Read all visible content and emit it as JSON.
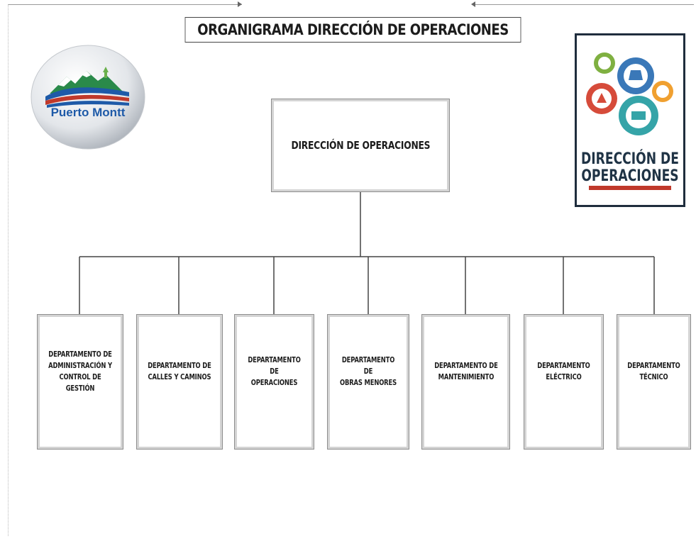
{
  "title": "ORGANIGRAMA DIRECCIÓN DE OPERACIONES",
  "root": {
    "label": "DIRECCIÓN DE OPERACIONES"
  },
  "departments": [
    {
      "label": "DEPARTAMENTO DE\nADMINISTRACIÓN Y\nCONTROL DE GESTIÓN"
    },
    {
      "label": "DEPARTAMENTO DE\nCALLES Y CAMINOS"
    },
    {
      "label": "DEPARTAMENTO DE\nOPERACIONES"
    },
    {
      "label": "DEPARTAMENTO DE\nOBRAS MENORES"
    },
    {
      "label": "DEPARTAMENTO DE\nMANTENIMIENTO"
    },
    {
      "label": "DEPARTAMENTO\nELÉCTRICO"
    },
    {
      "label": "DEPARTAMENTO\nTÉCNICO"
    }
  ],
  "logos": {
    "left": {
      "text": "Puerto Montt"
    },
    "right": {
      "line1": "DIRECCIÓN DE",
      "line2": "OPERACIONES"
    }
  },
  "colors": {
    "border": "#d4d4d4",
    "line": "#444444",
    "right_logo_frame": "#1f2d3d",
    "right_logo_text": "#1f3345",
    "right_logo_band": "#c0392b",
    "left_logo_text": "#1e5aa8"
  }
}
